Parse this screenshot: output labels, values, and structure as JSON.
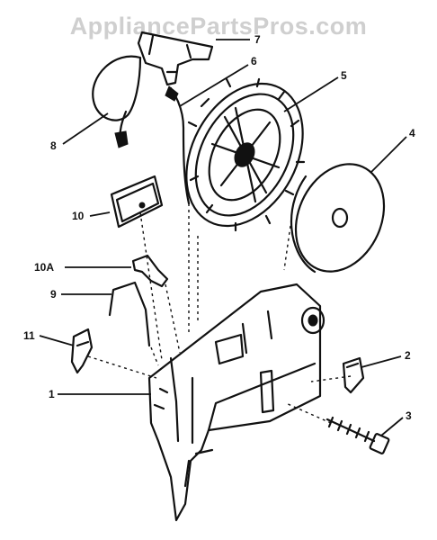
{
  "watermark": "AppliancePartsPros.com",
  "callouts": [
    {
      "id": "1",
      "label": "1"
    },
    {
      "id": "2",
      "label": "2"
    },
    {
      "id": "3",
      "label": "3"
    },
    {
      "id": "4",
      "label": "4"
    },
    {
      "id": "5",
      "label": "5"
    },
    {
      "id": "6",
      "label": "6"
    },
    {
      "id": "7",
      "label": "7"
    },
    {
      "id": "8",
      "label": "8"
    },
    {
      "id": "9",
      "label": "9"
    },
    {
      "id": "10",
      "label": "10"
    },
    {
      "id": "10A",
      "label": "10A"
    },
    {
      "id": "11",
      "label": "11"
    }
  ]
}
